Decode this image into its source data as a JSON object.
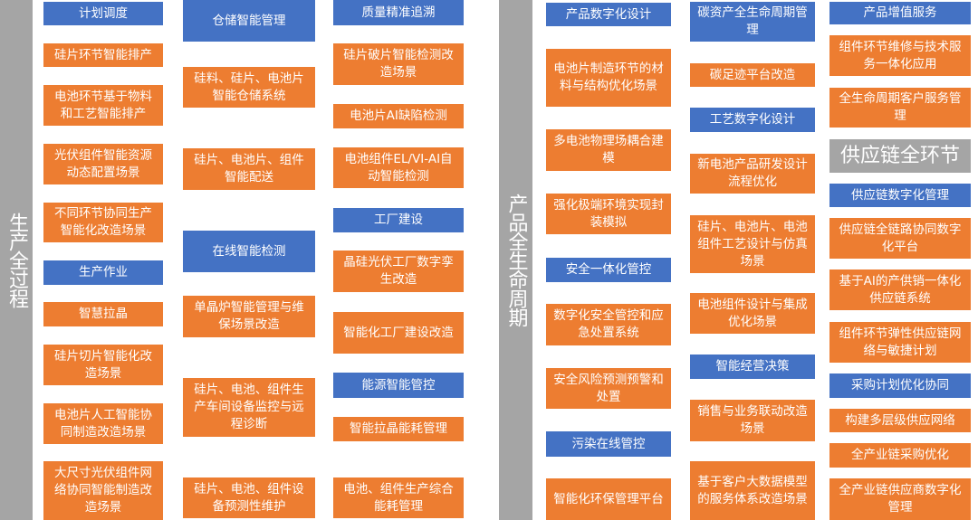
{
  "colors": {
    "blue": "#4472C4",
    "orange": "#ED7D31",
    "gray": "#A5A5A5"
  },
  "sections": [
    {
      "title": "生产全过程",
      "columns": [
        [
          {
            "text": "计划调度",
            "type": "blue"
          },
          {
            "text": "硅片环节智能排产",
            "type": "orange"
          },
          {
            "text": "电池环节基于物料和工艺智能排产",
            "type": "orange"
          },
          {
            "text": "光伏组件智能资源动态配置场景",
            "type": "orange"
          },
          {
            "text": "不同环节协同生产智能化改造场景",
            "type": "orange"
          },
          {
            "text": "生产作业",
            "type": "blue"
          },
          {
            "text": "智慧拉晶",
            "type": "orange"
          },
          {
            "text": "硅片切片智能化改造场景",
            "type": "orange"
          },
          {
            "text": "电池片人工智能协同制造改造场景",
            "type": "orange"
          },
          {
            "text": "大尺寸光伏组件网络协同智能制造改造场景",
            "type": "orange"
          }
        ],
        [
          {
            "text": "仓储智能管理",
            "type": "blue"
          },
          {
            "text": "硅料、硅片、电池片智能仓储系统",
            "type": "orange"
          },
          {
            "text": "硅片、电池片、组件智能配送",
            "type": "orange"
          },
          {
            "text": "在线智能检测",
            "type": "blue"
          },
          {
            "text": "单晶炉智能管理与维保场景改造",
            "type": "orange"
          },
          {
            "text": "硅片、电池、组件生产车间设备监控与远程诊断",
            "type": "orange"
          },
          {
            "text": "硅片、电池、组件设备预测性维护",
            "type": "orange"
          }
        ],
        [
          {
            "text": "质量精准追溯",
            "type": "blue"
          },
          {
            "text": "硅片破片智能检测改造场景",
            "type": "orange"
          },
          {
            "text": "电池片AI缺陷检测",
            "type": "orange"
          },
          {
            "text": "电池组件EL/VI-AI自动智能检测",
            "type": "orange"
          },
          {
            "text": "工厂建设",
            "type": "blue"
          },
          {
            "text": "晶硅光伏工厂数字孪生改造",
            "type": "orange"
          },
          {
            "text": "智能化工厂建设改造",
            "type": "orange"
          },
          {
            "text": "能源智能管控",
            "type": "blue"
          },
          {
            "text": "智能拉晶能耗管理",
            "type": "orange"
          },
          {
            "text": "电池、组件生产综合能耗管理",
            "type": "orange"
          }
        ]
      ]
    },
    {
      "title": "产品全生命周期",
      "columns": [
        [
          {
            "text": "产品数字化设计",
            "type": "blue"
          },
          {
            "text": "电池片制造环节的材料与结构优化场景",
            "type": "orange"
          },
          {
            "text": "多电池物理场耦合建模",
            "type": "orange"
          },
          {
            "text": "强化极端环境实现封装模拟",
            "type": "orange"
          },
          {
            "text": "安全一体化管控",
            "type": "blue"
          },
          {
            "text": "数字化安全管控和应急处置系统",
            "type": "orange"
          },
          {
            "text": "安全风险预测预警和处置",
            "type": "orange"
          },
          {
            "text": "污染在线管控",
            "type": "blue"
          },
          {
            "text": "智能化环保管理平台",
            "type": "orange"
          }
        ],
        [
          {
            "text": "碳资产全生命周期管理",
            "type": "blue"
          },
          {
            "text": "碳足迹平台改造",
            "type": "orange"
          },
          {
            "text": "工艺数字化设计",
            "type": "blue"
          },
          {
            "text": "新电池产品研发设计流程优化",
            "type": "orange"
          },
          {
            "text": "硅片、电池片、电池组件工艺设计与仿真场景",
            "type": "orange"
          },
          {
            "text": "电池组件设计与集成优化场景",
            "type": "orange"
          },
          {
            "text": "智能经营决策",
            "type": "blue"
          },
          {
            "text": "销售与业务联动改造场景",
            "type": "orange"
          },
          {
            "text": "基于客户大数据模型的服务体系改造场景",
            "type": "orange"
          }
        ],
        [
          {
            "text": "产品增值服务",
            "type": "blue"
          },
          {
            "text": "组件环节维修与技术服务一体化应用",
            "type": "orange"
          },
          {
            "text": "全生命周期客户服务管理",
            "type": "orange"
          },
          {
            "text": "供应链全环节",
            "type": "gray"
          },
          {
            "text": "供应链数字化管理",
            "type": "blue"
          },
          {
            "text": "供应链全链路协同数字化平台",
            "type": "orange"
          },
          {
            "text": "基于AI的产供销一体化供应链系统",
            "type": "orange"
          },
          {
            "text": "组件环节弹性供应链网络与敏捷计划",
            "type": "orange"
          },
          {
            "text": "采购计划优化协同",
            "type": "blue"
          },
          {
            "text": "构建多层级供应网络",
            "type": "orange"
          },
          {
            "text": "全产业链采购优化",
            "type": "orange"
          },
          {
            "text": "全产业链供应商数字化管理",
            "type": "orange"
          }
        ]
      ]
    }
  ]
}
